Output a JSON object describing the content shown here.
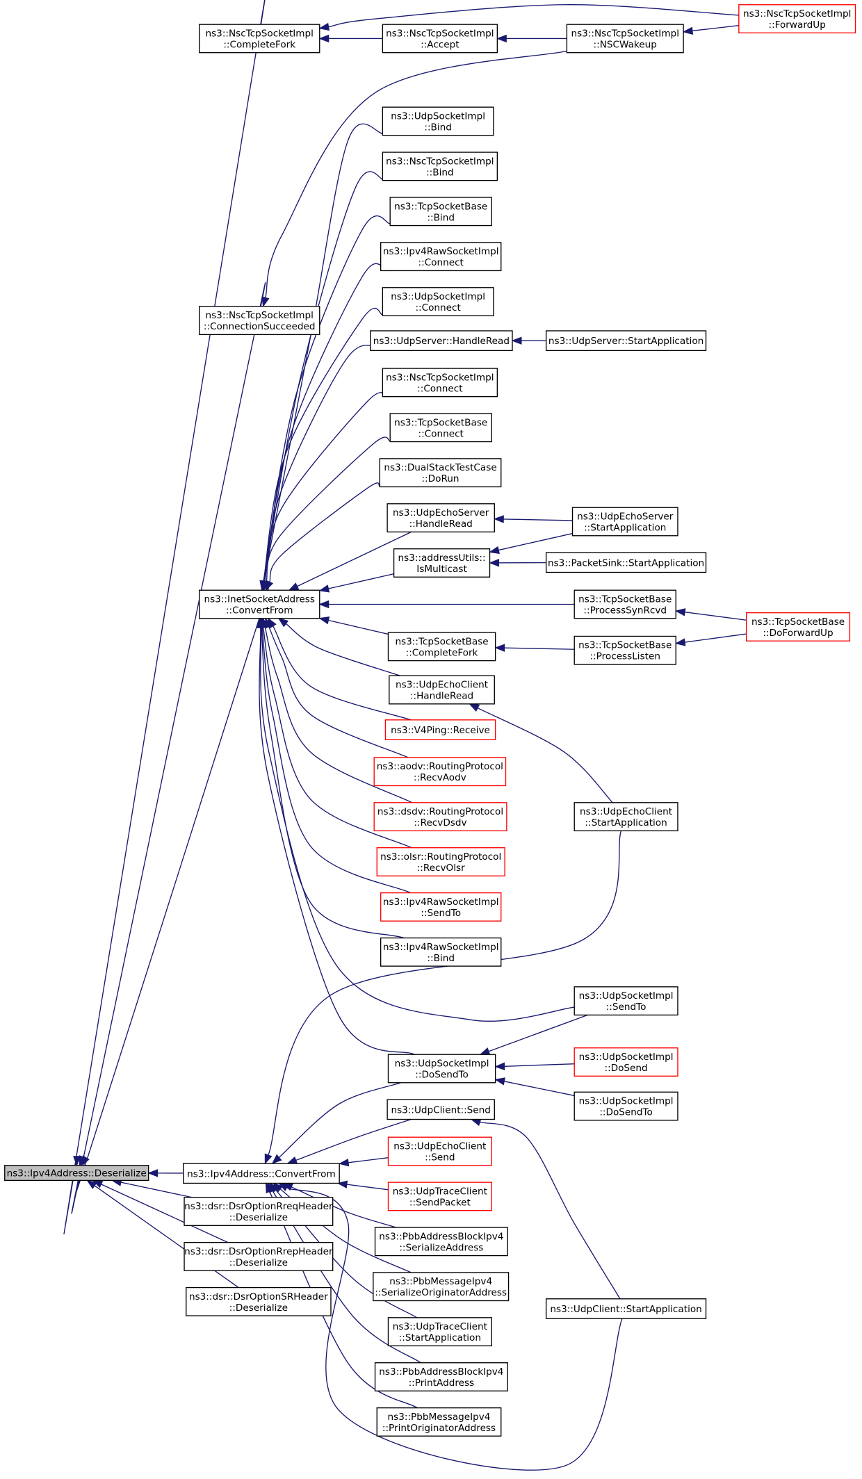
{
  "colors": {
    "edge": "#191970",
    "border_default": "#000000",
    "border_truncated": "#ff0000",
    "root_fill": "#bfbfbf",
    "node_fill": "#ffffff"
  },
  "nodes": {
    "ipv4_deserialize": {
      "lines": [
        "ns3::Ipv4Address::Deserialize"
      ],
      "style": "root"
    },
    "nsc_completefork": {
      "lines": [
        "ns3::NscTcpSocketImpl",
        "::CompleteFork"
      ],
      "style": "normal"
    },
    "nsc_accept": {
      "lines": [
        "ns3::NscTcpSocketImpl",
        "::Accept"
      ],
      "style": "normal"
    },
    "nsc_nscwakeup": {
      "lines": [
        "ns3::NscTcpSocketImpl",
        "::NSCWakeup"
      ],
      "style": "normal"
    },
    "nsc_forwardup": {
      "lines": [
        "ns3::NscTcpSocketImpl",
        "::ForwardUp"
      ],
      "style": "red"
    },
    "udpsock_bind": {
      "lines": [
        "ns3::UdpSocketImpl",
        "::Bind"
      ],
      "style": "normal"
    },
    "nsc_bind": {
      "lines": [
        "ns3::NscTcpSocketImpl",
        "::Bind"
      ],
      "style": "normal"
    },
    "tcpbase_bind": {
      "lines": [
        "ns3::TcpSocketBase",
        "::Bind"
      ],
      "style": "normal"
    },
    "ipv4raw_connect": {
      "lines": [
        "ns3::Ipv4RawSocketImpl",
        "::Connect"
      ],
      "style": "normal"
    },
    "nsc_connsucceeded": {
      "lines": [
        "ns3::NscTcpSocketImpl",
        "::ConnectionSucceeded"
      ],
      "style": "normal"
    },
    "udpsock_connect": {
      "lines": [
        "ns3::UdpSocketImpl",
        "::Connect"
      ],
      "style": "normal"
    },
    "udpserver_handleread": {
      "lines": [
        "ns3::UdpServer::HandleRead"
      ],
      "style": "normal"
    },
    "udpserver_startapp": {
      "lines": [
        "ns3::UdpServer::StartApplication"
      ],
      "style": "normal"
    },
    "nsc_connect": {
      "lines": [
        "ns3::NscTcpSocketImpl",
        "::Connect"
      ],
      "style": "normal"
    },
    "tcpbase_connect": {
      "lines": [
        "ns3::TcpSocketBase",
        "::Connect"
      ],
      "style": "normal"
    },
    "dualstack_dorun": {
      "lines": [
        "ns3::DualStackTestCase",
        "::DoRun"
      ],
      "style": "normal"
    },
    "udpechoserver_handleread": {
      "lines": [
        "ns3::UdpEchoServer",
        "::HandleRead"
      ],
      "style": "normal"
    },
    "udpechoserver_startapp": {
      "lines": [
        "ns3::UdpEchoServer",
        "::StartApplication"
      ],
      "style": "normal"
    },
    "addressutils_ismulticast": {
      "lines": [
        "ns3::addressUtils::",
        "IsMulticast"
      ],
      "style": "normal"
    },
    "packetsink_startapp": {
      "lines": [
        "ns3::PacketSink::StartApplication"
      ],
      "style": "normal"
    },
    "inetsock_convertfrom": {
      "lines": [
        "ns3::InetSocketAddress",
        "::ConvertFrom"
      ],
      "style": "normal"
    },
    "tcpbase_processsynrcvd": {
      "lines": [
        "ns3::TcpSocketBase",
        "::ProcessSynRcvd"
      ],
      "style": "normal"
    },
    "tcpbase_doforwardup": {
      "lines": [
        "ns3::TcpSocketBase",
        "::DoForwardUp"
      ],
      "style": "red"
    },
    "tcpbase_completefork": {
      "lines": [
        "ns3::TcpSocketBase",
        "::CompleteFork"
      ],
      "style": "normal"
    },
    "tcpbase_processlisten": {
      "lines": [
        "ns3::TcpSocketBase",
        "::ProcessListen"
      ],
      "style": "normal"
    },
    "udpechoclient_handleread": {
      "lines": [
        "ns3::UdpEchoClient",
        "::HandleRead"
      ],
      "style": "normal"
    },
    "v4ping_receive": {
      "lines": [
        "ns3::V4Ping::Receive"
      ],
      "style": "red"
    },
    "aodv_recvaodv": {
      "lines": [
        "ns3::aodv::RoutingProtocol",
        "::RecvAodv"
      ],
      "style": "red"
    },
    "dsdv_recvdsdv": {
      "lines": [
        "ns3::dsdv::RoutingProtocol",
        "::RecvDsdv"
      ],
      "style": "red"
    },
    "udpechoclient_startapp": {
      "lines": [
        "ns3::UdpEchoClient",
        "::StartApplication"
      ],
      "style": "normal"
    },
    "olsr_recvolsr": {
      "lines": [
        "ns3::olsr::RoutingProtocol",
        "::RecvOlsr"
      ],
      "style": "red"
    },
    "ipv4raw_sendto": {
      "lines": [
        "ns3::Ipv4RawSocketImpl",
        "::SendTo"
      ],
      "style": "red"
    },
    "ipv4raw_bind": {
      "lines": [
        "ns3::Ipv4RawSocketImpl",
        "::Bind"
      ],
      "style": "normal"
    },
    "udpsock_sendto": {
      "lines": [
        "ns3::UdpSocketImpl",
        "::SendTo"
      ],
      "style": "normal"
    },
    "udpsock_dosendto_mid": {
      "lines": [
        "ns3::UdpSocketImpl",
        "::DoSendTo"
      ],
      "style": "normal"
    },
    "udpsock_dosend": {
      "lines": [
        "ns3::UdpSocketImpl",
        "::DoSend"
      ],
      "style": "red"
    },
    "udpsock_dosendto_right": {
      "lines": [
        "ns3::UdpSocketImpl",
        "::DoSendTo"
      ],
      "style": "normal"
    },
    "udpclient_send": {
      "lines": [
        "ns3::UdpClient::Send"
      ],
      "style": "normal"
    },
    "ipv4_convertfrom": {
      "lines": [
        "ns3::Ipv4Address::ConvertFrom"
      ],
      "style": "normal"
    },
    "udpechoclient_send": {
      "lines": [
        "ns3::UdpEchoClient",
        "::Send"
      ],
      "style": "red"
    },
    "udptraceclient_sendpacket": {
      "lines": [
        "ns3::UdpTraceClient",
        "::SendPacket"
      ],
      "style": "red"
    },
    "dsr_rreq_deserialize": {
      "lines": [
        "ns3::dsr::DsrOptionRreqHeader",
        "::Deserialize"
      ],
      "style": "normal"
    },
    "pbbaddr_serializeaddress": {
      "lines": [
        "ns3::PbbAddressBlockIpv4",
        "::SerializeAddress"
      ],
      "style": "normal"
    },
    "dsr_rrep_deserialize": {
      "lines": [
        "ns3::dsr::DsrOptionRrepHeader",
        "::Deserialize"
      ],
      "style": "normal"
    },
    "pbbmsg_serializeorig": {
      "lines": [
        "ns3::PbbMessageIpv4",
        "::SerializeOriginatorAddress"
      ],
      "style": "normal"
    },
    "dsr_sr_deserialize": {
      "lines": [
        "ns3::dsr::DsrOptionSRHeader",
        "::Deserialize"
      ],
      "style": "normal"
    },
    "udpclient_startapp": {
      "lines": [
        "ns3::UdpClient::StartApplication"
      ],
      "style": "normal"
    },
    "udptraceclient_startapp": {
      "lines": [
        "ns3::UdpTraceClient",
        "::StartApplication"
      ],
      "style": "normal"
    },
    "pbbaddr_printaddress": {
      "lines": [
        "ns3::PbbAddressBlockIpv4",
        "::PrintAddress"
      ],
      "style": "normal"
    },
    "pbbmsg_printorig": {
      "lines": [
        "ns3::PbbMessageIpv4",
        "::PrintOriginatorAddress"
      ],
      "style": "normal"
    }
  },
  "edges": [
    [
      "nsc_completefork",
      "ipv4_deserialize"
    ],
    [
      "nsc_connsucceeded",
      "ipv4_deserialize"
    ],
    [
      "inetsock_convertfrom",
      "ipv4_deserialize"
    ],
    [
      "ipv4_convertfrom",
      "ipv4_deserialize"
    ],
    [
      "dsr_rreq_deserialize",
      "ipv4_deserialize"
    ],
    [
      "dsr_rrep_deserialize",
      "ipv4_deserialize"
    ],
    [
      "dsr_sr_deserialize",
      "ipv4_deserialize"
    ],
    [
      "nsc_accept",
      "nsc_completefork"
    ],
    [
      "nsc_forwardup",
      "nsc_completefork"
    ],
    [
      "nsc_nscwakeup",
      "nsc_accept"
    ],
    [
      "nsc_forwardup",
      "nsc_nscwakeup"
    ],
    [
      "nsc_nscwakeup",
      "nsc_connsucceeded"
    ],
    [
      "udpsock_bind",
      "inetsock_convertfrom"
    ],
    [
      "nsc_bind",
      "inetsock_convertfrom"
    ],
    [
      "tcpbase_bind",
      "inetsock_convertfrom"
    ],
    [
      "ipv4raw_connect",
      "inetsock_convertfrom"
    ],
    [
      "udpsock_connect",
      "inetsock_convertfrom"
    ],
    [
      "udpserver_handleread",
      "inetsock_convertfrom"
    ],
    [
      "nsc_connect",
      "inetsock_convertfrom"
    ],
    [
      "tcpbase_connect",
      "inetsock_convertfrom"
    ],
    [
      "dualstack_dorun",
      "inetsock_convertfrom"
    ],
    [
      "udpechoserver_handleread",
      "inetsock_convertfrom"
    ],
    [
      "addressutils_ismulticast",
      "inetsock_convertfrom"
    ],
    [
      "tcpbase_processsynrcvd",
      "inetsock_convertfrom"
    ],
    [
      "tcpbase_completefork",
      "inetsock_convertfrom"
    ],
    [
      "udpechoclient_handleread",
      "inetsock_convertfrom"
    ],
    [
      "v4ping_receive",
      "inetsock_convertfrom"
    ],
    [
      "aodv_recvaodv",
      "inetsock_convertfrom"
    ],
    [
      "dsdv_recvdsdv",
      "inetsock_convertfrom"
    ],
    [
      "olsr_recvolsr",
      "inetsock_convertfrom"
    ],
    [
      "ipv4raw_sendto",
      "inetsock_convertfrom"
    ],
    [
      "ipv4raw_bind",
      "inetsock_convertfrom"
    ],
    [
      "udpsock_sendto",
      "inetsock_convertfrom"
    ],
    [
      "udpsock_dosendto_mid",
      "inetsock_convertfrom"
    ],
    [
      "udpserver_startapp",
      "udpserver_handleread"
    ],
    [
      "udpechoserver_startapp",
      "udpechoserver_handleread"
    ],
    [
      "udpechoserver_startapp",
      "addressutils_ismulticast"
    ],
    [
      "packetsink_startapp",
      "addressutils_ismulticast"
    ],
    [
      "tcpbase_doforwardup",
      "tcpbase_processsynrcvd"
    ],
    [
      "tcpbase_doforwardup",
      "tcpbase_processlisten"
    ],
    [
      "tcpbase_processlisten",
      "tcpbase_completefork"
    ],
    [
      "udpechoclient_startapp",
      "udpechoclient_handleread"
    ],
    [
      "udpsock_sendto",
      "udpsock_dosendto_mid"
    ],
    [
      "udpsock_dosend",
      "udpsock_dosendto_mid"
    ],
    [
      "udpsock_dosendto_right",
      "udpsock_dosendto_mid"
    ],
    [
      "udpechoclient_startapp",
      "ipv4_convertfrom"
    ],
    [
      "udpsock_dosendto_mid",
      "ipv4_convertfrom"
    ],
    [
      "udpclient_send",
      "ipv4_convertfrom"
    ],
    [
      "udpechoclient_send",
      "ipv4_convertfrom"
    ],
    [
      "udptraceclient_sendpacket",
      "ipv4_convertfrom"
    ],
    [
      "pbbaddr_serializeaddress",
      "ipv4_convertfrom"
    ],
    [
      "pbbmsg_serializeorig",
      "ipv4_convertfrom"
    ],
    [
      "udptraceclient_startapp",
      "ipv4_convertfrom"
    ],
    [
      "pbbaddr_printaddress",
      "ipv4_convertfrom"
    ],
    [
      "pbbmsg_printorig",
      "ipv4_convertfrom"
    ],
    [
      "udpclient_startapp",
      "ipv4_convertfrom"
    ],
    [
      "udpclient_startapp",
      "udpclient_send"
    ]
  ]
}
